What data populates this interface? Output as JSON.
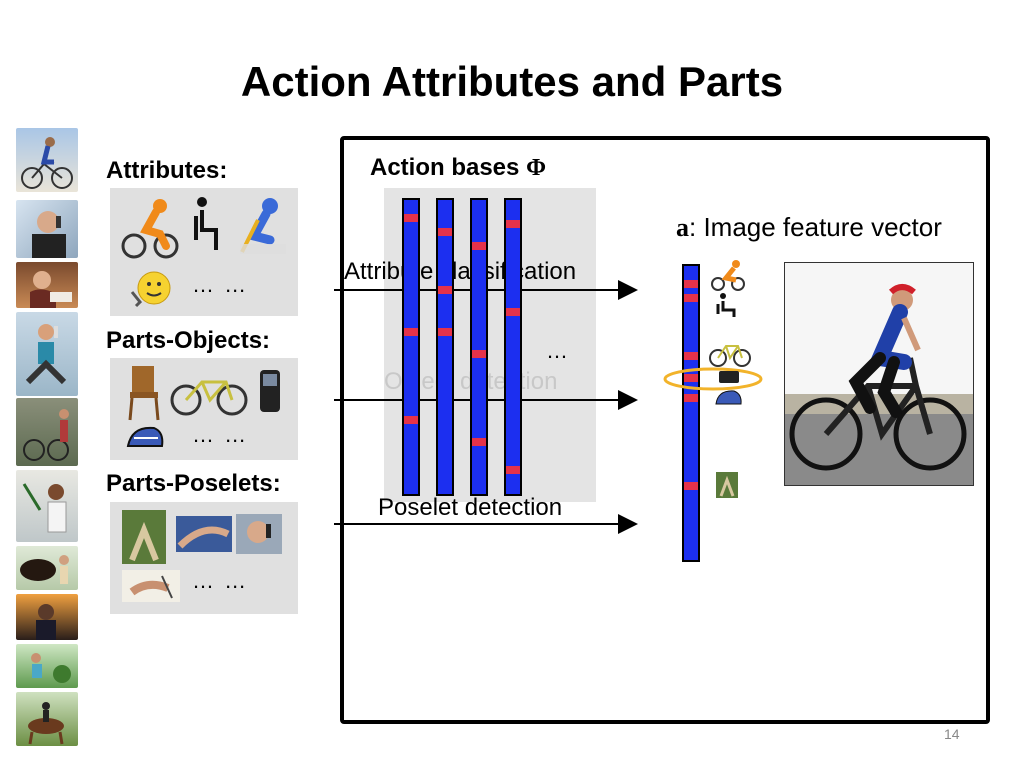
{
  "slide": {
    "title": "Action Attributes and Parts",
    "number": "14"
  },
  "sections": {
    "attributes": {
      "label": "Attributes:",
      "ellipsis": "… …"
    },
    "objects": {
      "label": "Parts-Objects:",
      "ellipsis": "… …"
    },
    "poselets": {
      "label": "Parts-Poselets:",
      "ellipsis": "… …"
    }
  },
  "diagram": {
    "bases_label": "Action bases",
    "bases_symbol": "Φ",
    "bases_ellipsis": "…",
    "feature_vector_symbol": "a",
    "feature_vector_label": ": Image feature vector",
    "steps": {
      "attribute": "Attribute classification",
      "object": "Object detection",
      "poselet": "Poselet detection"
    }
  },
  "icons": {
    "thumbnails": [
      "cyclist-photo-icon",
      "phone-man-photo-icon",
      "reading-woman-photo-icon",
      "drinking-woman-photo-icon",
      "bike-repair-photo-icon",
      "teacher-photo-icon",
      "horse-grooming-photo-icon",
      "sunset-person-photo-icon",
      "gardening-photo-icon",
      "horse-riding-photo-icon"
    ],
    "attributes": [
      "cyclist-icon",
      "sitting-person-icon",
      "writing-person-icon",
      "talking-face-icon"
    ],
    "objects": [
      "chair-icon",
      "bicycle-icon",
      "phone-icon",
      "helmet-icon"
    ],
    "poselets": [
      "leg-poselet-icon",
      "arm-poselet-icon",
      "phone-face-poselet-icon",
      "hand-writing-poselet-icon"
    ]
  },
  "colors": {
    "basis_bar": "#1c2ff0",
    "active_mark": "#e5324a",
    "highlight_ellipse": "#f2b32a",
    "panel": "#e0e0e0"
  }
}
